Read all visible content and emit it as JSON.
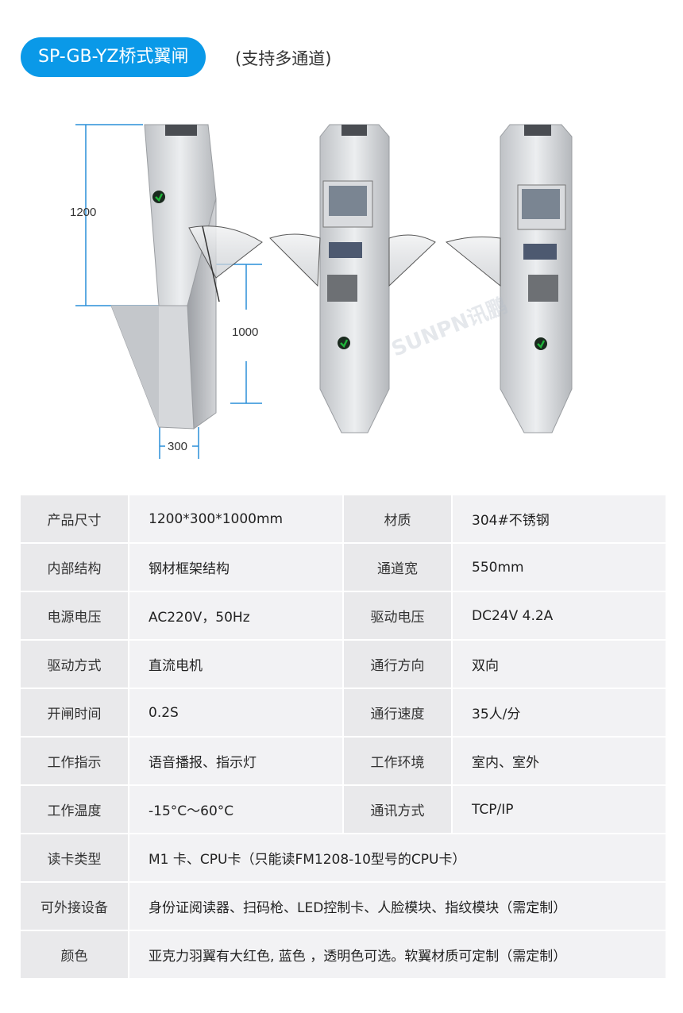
{
  "header": {
    "title": "SP-GB-YZ桥式翼闸",
    "subtitle": "(支持多通道)"
  },
  "dimensions": {
    "height_total": "1200",
    "height_body": "1000",
    "width": "300"
  },
  "watermark": "SUNPN讯鹏",
  "specs": {
    "rows": [
      {
        "l1": "产品尺寸",
        "v1": "1200*300*1000mm",
        "l2": "材质",
        "v2": "304#不锈钢"
      },
      {
        "l1": "内部结构",
        "v1": "钢材框架结构",
        "l2": "通道宽",
        "v2": "550mm"
      },
      {
        "l1": "电源电压",
        "v1": "AC220V，50Hz",
        "l2": "驱动电压",
        "v2": "DC24V 4.2A"
      },
      {
        "l1": "驱动方式",
        "v1": "直流电机",
        "l2": "通行方向",
        "v2": "双向"
      },
      {
        "l1": "开闸时间",
        "v1": "0.2S",
        "l2": "通行速度",
        "v2": "35人/分"
      },
      {
        "l1": "工作指示",
        "v1": "语音播报、指示灯",
        "l2": "工作环境",
        "v2": "室内、室外"
      },
      {
        "l1": "工作温度",
        "v1": "-15°C～60°C",
        "l2": "通讯方式",
        "v2": "TCP/IP"
      }
    ],
    "wide_rows": [
      {
        "l": "读卡类型",
        "v": "M1 卡、CPU卡（只能读FM1208-10型号的CPU卡）"
      },
      {
        "l": "可外接设备",
        "v": "身份证阅读器、扫码枪、LED控制卡、人脸模块、指纹模块（需定制）"
      },
      {
        "l": "颜色",
        "v": "亚克力羽翼有大红色, 蓝色 ，透明色可选。软翼材质可定制（需定制）"
      }
    ]
  },
  "colors": {
    "accent": "#0a99e8",
    "dimension_line": "#2a8fd8",
    "arrow_green": "#1fb33a"
  }
}
